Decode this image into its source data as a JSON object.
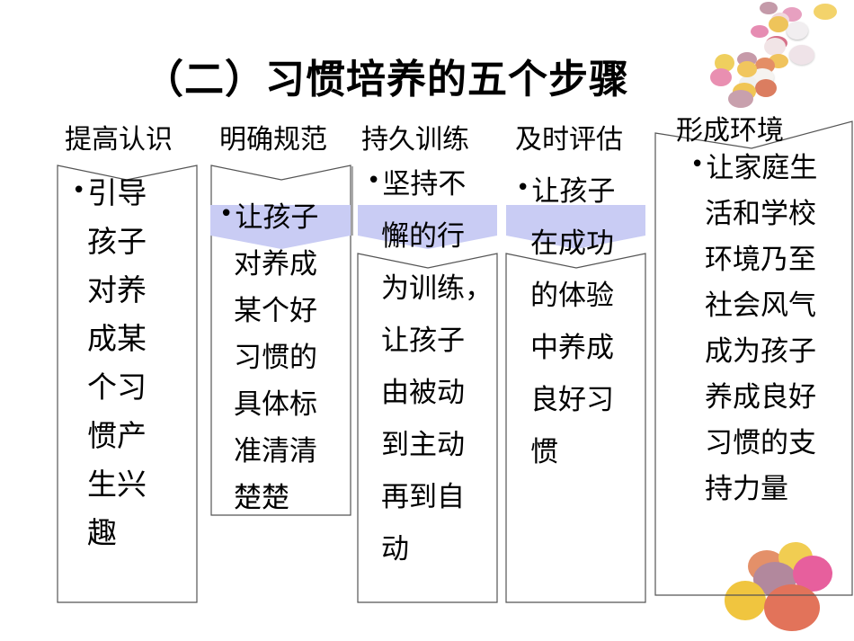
{
  "slide": {
    "title": "（二）习惯培养的五个步骤",
    "steps": [
      {
        "heading": "提高认识",
        "lines": [
          "引导",
          "孩子",
          "对养",
          "成某",
          "个习",
          "惯产",
          "生兴",
          "趣"
        ]
      },
      {
        "heading": "明确规范",
        "lines": [
          "让孩子",
          "对养成",
          "某个好",
          "习惯的",
          "具体标",
          "准清清",
          "楚楚"
        ]
      },
      {
        "heading": "持久训练",
        "lines": [
          "坚持不",
          "懈的行",
          "为训练，",
          "让孩子",
          "由被动",
          "到主动",
          "再到自",
          "动"
        ]
      },
      {
        "heading": "及时评估",
        "lines": [
          "让孩子",
          "在成功",
          "的体验",
          "中养成",
          "良好习",
          "惯"
        ]
      },
      {
        "heading": "形成环境",
        "lines": [
          "让家庭生",
          "活和学校",
          "环境乃至",
          "社会风气",
          "成为孩子",
          "养成良好",
          "习惯的支",
          "持力量"
        ]
      }
    ],
    "bullet_glyph": "•",
    "colors": {
      "band_fill": "#c9ccf4",
      "border": "#555555",
      "text": "#000000"
    },
    "decoration": "candy-eggs-image"
  }
}
